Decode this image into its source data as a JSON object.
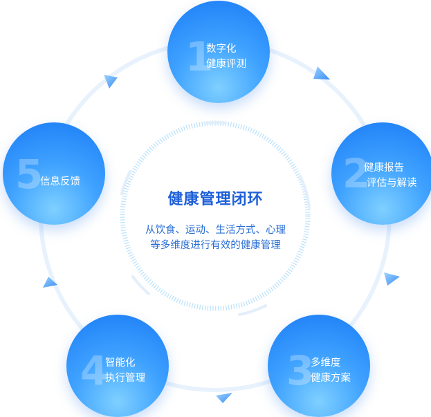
{
  "center": {
    "title": "健康管理闭环",
    "description_line1": "从饮食、运动、生活方式、心理",
    "description_line2": "等多维度进行有效的健康管理"
  },
  "nodes": [
    {
      "number": "1",
      "line1": "数字化",
      "line2": "健康评测"
    },
    {
      "number": "2",
      "line1": "健康报告",
      "line2": "评估与解读"
    },
    {
      "number": "3",
      "line1": "多维度",
      "line2": "健康方案"
    },
    {
      "number": "4",
      "line1": "智能化",
      "line2": "执行管理"
    },
    {
      "number": "5",
      "line1": "信息反馈",
      "line2": ""
    }
  ],
  "colors": {
    "accent": "#1d5fd8",
    "node_gradient_light": "#7fd0ff",
    "node_gradient_dark": "#1a7bf5",
    "ring": "#e6f1fd",
    "arrow": "#5aa8f5"
  }
}
